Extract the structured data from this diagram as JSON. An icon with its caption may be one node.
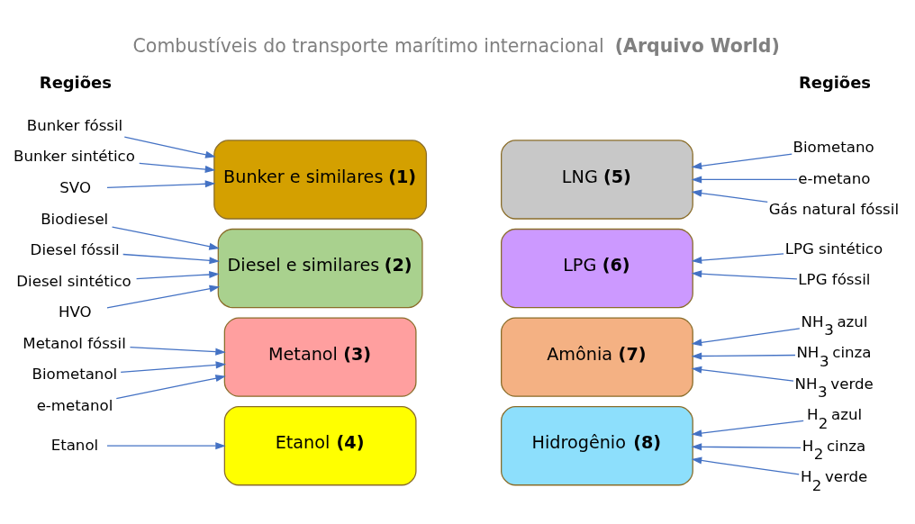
{
  "diagram": {
    "title": "Combustíveis do transporte marítimo internacional **(Arquivo World)**",
    "nodes": [
      {
        "text": [
          "Bunker fóssil"
        ]
      },
      {
        "text": [
          "Bunker sintético"
        ]
      },
      {
        "text": [
          "SVO"
        ]
      },
      {
        "text": [
          "Bunker e similares **(1)**"
        ]
      },
      {
        "text": [
          "LNG **(5)**"
        ]
      },
      {
        "text": [
          "Gás natural fóssil"
        ]
      },
      {
        "text": [
          "Biometano"
        ]
      },
      {
        "text": [
          "e-metano"
        ]
      },
      {
        "text": [
          "Biodiesel"
        ]
      },
      {
        "text": [
          "Diesel fóssil"
        ]
      },
      {
        "text": [
          "Diesel sintético"
        ]
      },
      {
        "text": [
          "HVO"
        ]
      },
      {
        "text": [
          "Diesel e similares **(2)**"
        ]
      },
      {
        "text": [
          "LPG **(6)**"
        ]
      },
      {
        "text": [
          "LPG fóssil"
        ]
      },
      {
        "text": [
          "LPG sintético"
        ]
      },
      {
        "text": [
          "Metanol fóssil"
        ]
      },
      {
        "text": [
          "Biometanol"
        ]
      },
      {
        "text": [
          "e-metanol"
        ]
      },
      {
        "text": [
          "Metanol **(3)**"
        ]
      },
      {
        "text": [
          "Amônia **(7)**"
        ]
      },
      {
        "text": [
          "NH$_{3}$ verde"
        ]
      },
      {
        "text": [
          "NH$_{3}$ azul"
        ]
      },
      {
        "text": [
          "NH$_{3}$ cinza"
        ]
      },
      {
        "text": [
          "Etanol"
        ]
      },
      {
        "text": [
          "Etanol **(4)**"
        ]
      },
      {
        "text": [
          "Hidrogênio **(8)**"
        ]
      },
      {
        "text": [
          "H$_{2}$ verde"
        ]
      },
      {
        "text": [
          "H$_{2}$ azul"
        ]
      },
      {
        "text": [
          "H$_{2}$ cinza"
        ]
      }
    ],
    "edges": [
      {
        "from": 0,
        "to": 3,
        "arrow": "to"
      },
      {
        "from": 1,
        "to": 3,
        "arrow": "to"
      },
      {
        "from": 2,
        "to": 3,
        "arrow": "to"
      },
      {
        "from": 5,
        "to": 4,
        "arrow": "to"
      },
      {
        "from": 6,
        "to": 4,
        "arrow": "to"
      },
      {
        "from": 7,
        "to": 4,
        "arrow": "to"
      },
      {
        "from": 8,
        "to": 12,
        "arrow": "to"
      },
      {
        "from": 9,
        "to": 12,
        "arrow": "to"
      },
      {
        "from": 10,
        "to": 12,
        "arrow": "to"
      },
      {
        "from": 11,
        "to": 12,
        "arrow": "to"
      },
      {
        "from": 14,
        "to": 13,
        "arrow": "to"
      },
      {
        "from": 15,
        "to": 13,
        "arrow": "to"
      },
      {
        "from": 16,
        "to": 19,
        "arrow": "to"
      },
      {
        "from": 17,
        "to": 19,
        "arrow": "to"
      },
      {
        "from": 18,
        "to": 19,
        "arrow": "to"
      },
      {
        "from": 21,
        "to": 20,
        "arrow": "to"
      },
      {
        "from": 22,
        "to": 20,
        "arrow": "to"
      },
      {
        "from": 23,
        "to": 20,
        "arrow": "to"
      },
      {
        "from": 24,
        "to": 25,
        "arrow": "to"
      },
      {
        "from": 27,
        "to": 26,
        "arrow": "to"
      },
      {
        "from": 28,
        "to": 26,
        "arrow": "to"
      },
      {
        "from": 29,
        "to": 26,
        "arrow": "to"
      }
    ],
    "labels": [
      "Regiões",
      "Regiões"
    ]
  }
}
